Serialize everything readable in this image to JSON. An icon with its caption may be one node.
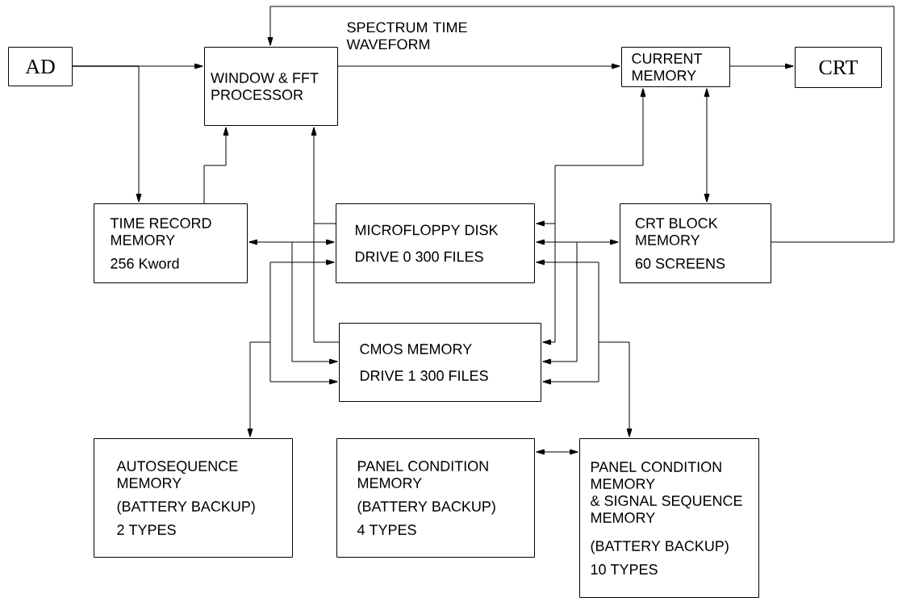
{
  "diagram": {
    "nodes": [
      {
        "text": [
          "AD"
        ]
      },
      {
        "text": [
          "WINDOW & FFT PROCESSOR"
        ]
      },
      {
        "text": [
          "CURRENT MEMORY"
        ]
      },
      {
        "text": [
          "CRT"
        ]
      },
      {
        "text": [
          "TIME RECORD MEMORY",
          "256 Kword"
        ]
      },
      {
        "text": [
          "MICROFLOPPY DISK",
          "DRIVE 0   300 FILES"
        ]
      },
      {
        "text": [
          "CRT BLOCK MEMORY",
          "60 SCREENS"
        ]
      },
      {
        "text": [
          "CMOS MEMORY",
          "DRIVE 1   300 FILES"
        ]
      },
      {
        "text": [
          "AUTOSEQUENCE MEMORY",
          "(BATTERY BACKUP)",
          "2 TYPES"
        ]
      },
      {
        "text": [
          "PANEL CONDITION MEMORY",
          "(BATTERY BACKUP)",
          "4 TYPES"
        ]
      },
      {
        "text": [
          "PANEL CONDITION MEMORY",
          "& SIGNAL SEQUENCE MEMORY",
          "(BATTERY BACKUP)",
          "10 TYPES"
        ]
      }
    ],
    "edges": [
      {
        "from": 0,
        "to": 1,
        "arrow": "to"
      },
      {
        "from": 0,
        "to": 4,
        "arrow": "to"
      },
      {
        "from": 4,
        "to": 1,
        "arrow": "to"
      },
      {
        "from": 1,
        "to": 2,
        "arrow": "to",
        "label": "SPECTRUM TIME WAVEFORM"
      },
      {
        "from": 2,
        "to": 3,
        "arrow": "to"
      },
      {
        "from": 2,
        "to": 6,
        "arrow": "both"
      },
      {
        "from": 6,
        "to": 1,
        "arrow": "to"
      },
      {
        "from": 5,
        "to": 1,
        "arrow": "to"
      },
      {
        "from": 7,
        "to": 1,
        "arrow": "to"
      },
      {
        "from": 4,
        "to": 5,
        "arrow": "both"
      },
      {
        "from": 4,
        "to": 7,
        "arrow": "both"
      },
      {
        "from": 8,
        "to": 5,
        "arrow": "both"
      },
      {
        "from": 8,
        "to": 7,
        "arrow": "both"
      },
      {
        "from": 2,
        "to": 5,
        "arrow": "both"
      },
      {
        "from": 2,
        "to": 7,
        "arrow": "both"
      },
      {
        "from": 6,
        "to": 5,
        "arrow": "both"
      },
      {
        "from": 6,
        "to": 7,
        "arrow": "both"
      },
      {
        "from": 10,
        "to": 5,
        "arrow": "both"
      },
      {
        "from": 10,
        "to": 7,
        "arrow": "both"
      },
      {
        "from": 9,
        "to": 10,
        "arrow": "both"
      }
    ]
  }
}
